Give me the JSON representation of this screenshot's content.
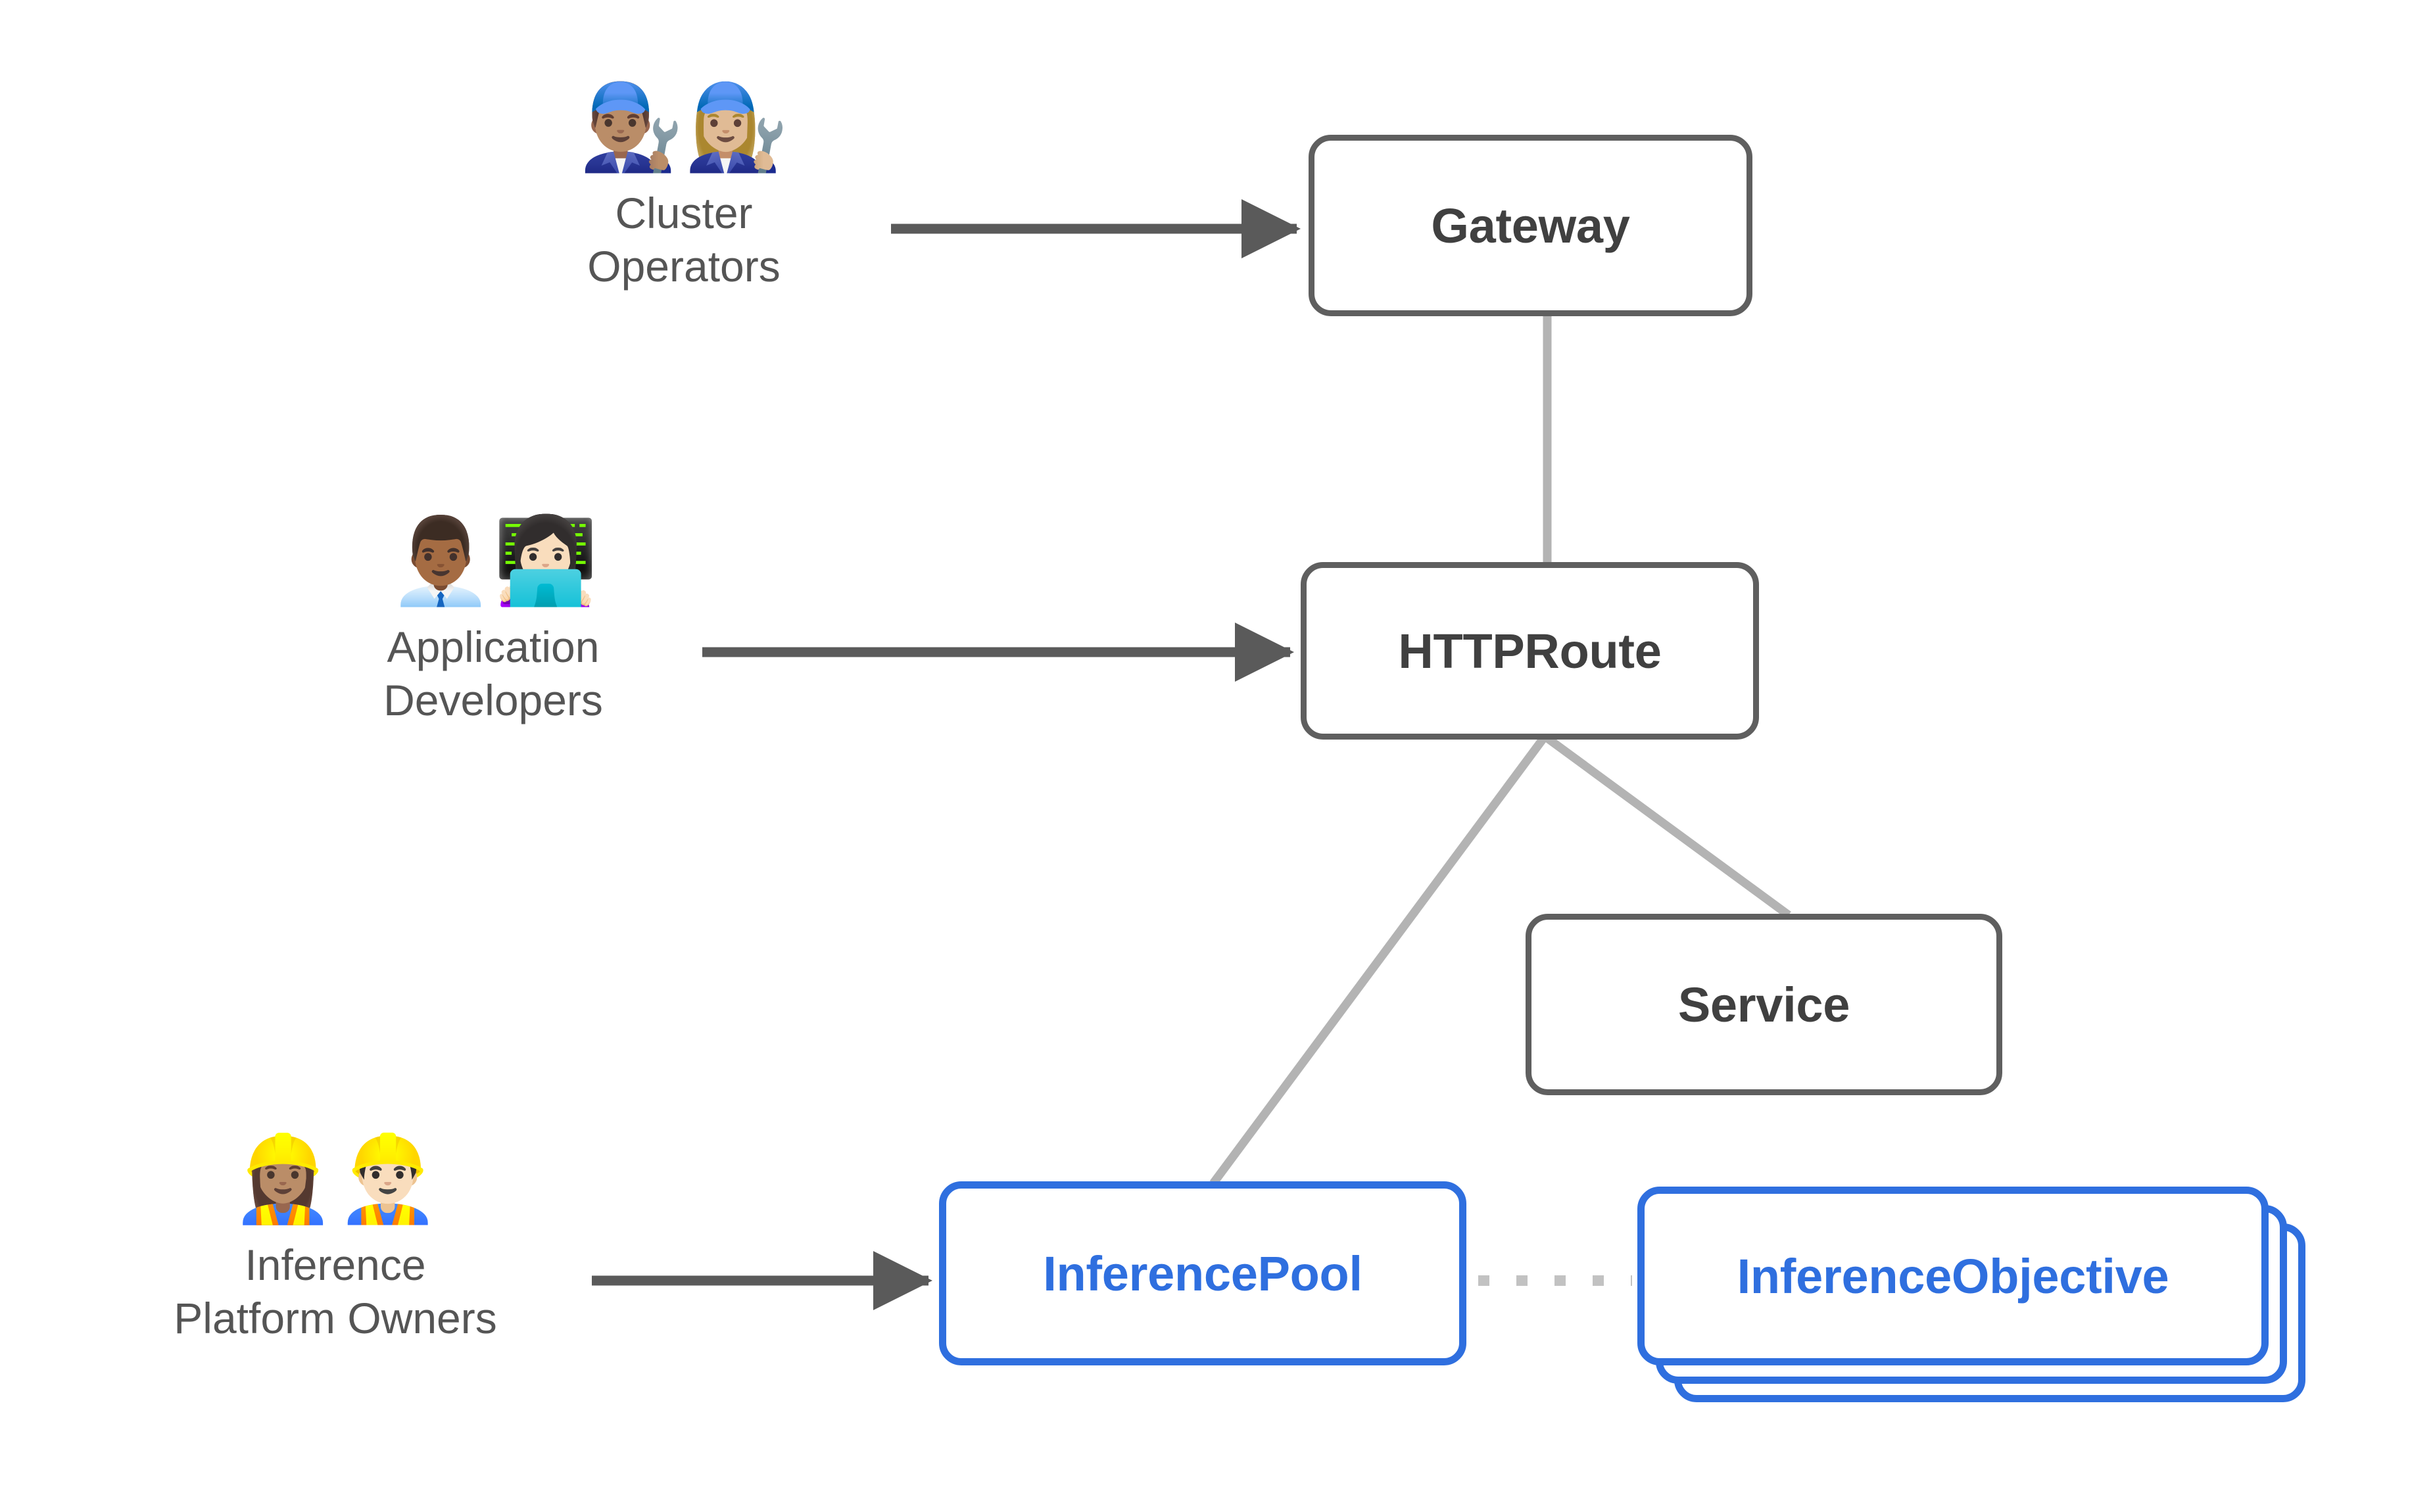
{
  "diagram": {
    "title": "Gateway API Inference Extension resource and persona diagram",
    "background_color": "#ffffff",
    "colors": {
      "node_border_gray": "#5f5f5f",
      "node_text_gray": "#404040",
      "node_border_blue": "#2f6fdf",
      "node_text_blue": "#2f6fdf",
      "connector_gray": "#b3b3b3",
      "arrow_gray": "#5a5a5a",
      "dotted_gray": "#c2c2c2",
      "persona_text_gray": "#555555"
    }
  },
  "personas": [
    {
      "id": "cluster-operators",
      "label": "Cluster\nOperators",
      "emoji": [
        "👨🏽‍🔧",
        "👩🏼‍🔧"
      ],
      "emoji_names": [
        "man-mechanic-icon",
        "woman-mechanic-icon"
      ]
    },
    {
      "id": "application-developers",
      "label": "Application\nDevelopers",
      "emoji": [
        "👨🏾‍💼",
        "👩🏻‍💻"
      ],
      "emoji_names": [
        "man-office-worker-icon",
        "woman-technologist-icon"
      ]
    },
    {
      "id": "inference-platform-owners",
      "label": "Inference\nPlatform Owners",
      "emoji": [
        "👷🏽‍♀️",
        "👷🏻‍♂️"
      ],
      "emoji_names": [
        "woman-construction-worker-icon",
        "man-construction-worker-icon"
      ]
    }
  ],
  "nodes": {
    "gateway": {
      "label": "Gateway",
      "style": "gray"
    },
    "httproute": {
      "label": "HTTPRoute",
      "style": "gray"
    },
    "service": {
      "label": "Service",
      "style": "gray"
    },
    "inferencepool": {
      "label": "InferencePool",
      "style": "blue"
    },
    "inferenceobjective": {
      "label": "InferenceObjective",
      "style": "blue",
      "stack_count": 3
    }
  },
  "edges": [
    {
      "id": "cluster-operators-to-gateway",
      "kind": "arrow",
      "from": "cluster-operators",
      "to": "gateway"
    },
    {
      "id": "application-developers-to-httproute",
      "kind": "arrow",
      "from": "application-developers",
      "to": "httproute"
    },
    {
      "id": "inference-platform-owners-to-inferencepool",
      "kind": "arrow",
      "from": "inference-platform-owners",
      "to": "inferencepool"
    },
    {
      "id": "gateway-to-httproute",
      "kind": "line",
      "from": "gateway",
      "to": "httproute"
    },
    {
      "id": "httproute-to-service",
      "kind": "line",
      "from": "httproute",
      "to": "service"
    },
    {
      "id": "httproute-to-inferencepool",
      "kind": "line",
      "from": "httproute",
      "to": "inferencepool"
    },
    {
      "id": "inferencepool-to-inferenceobjective",
      "kind": "dotted",
      "from": "inferencepool",
      "to": "inferenceobjective"
    }
  ]
}
